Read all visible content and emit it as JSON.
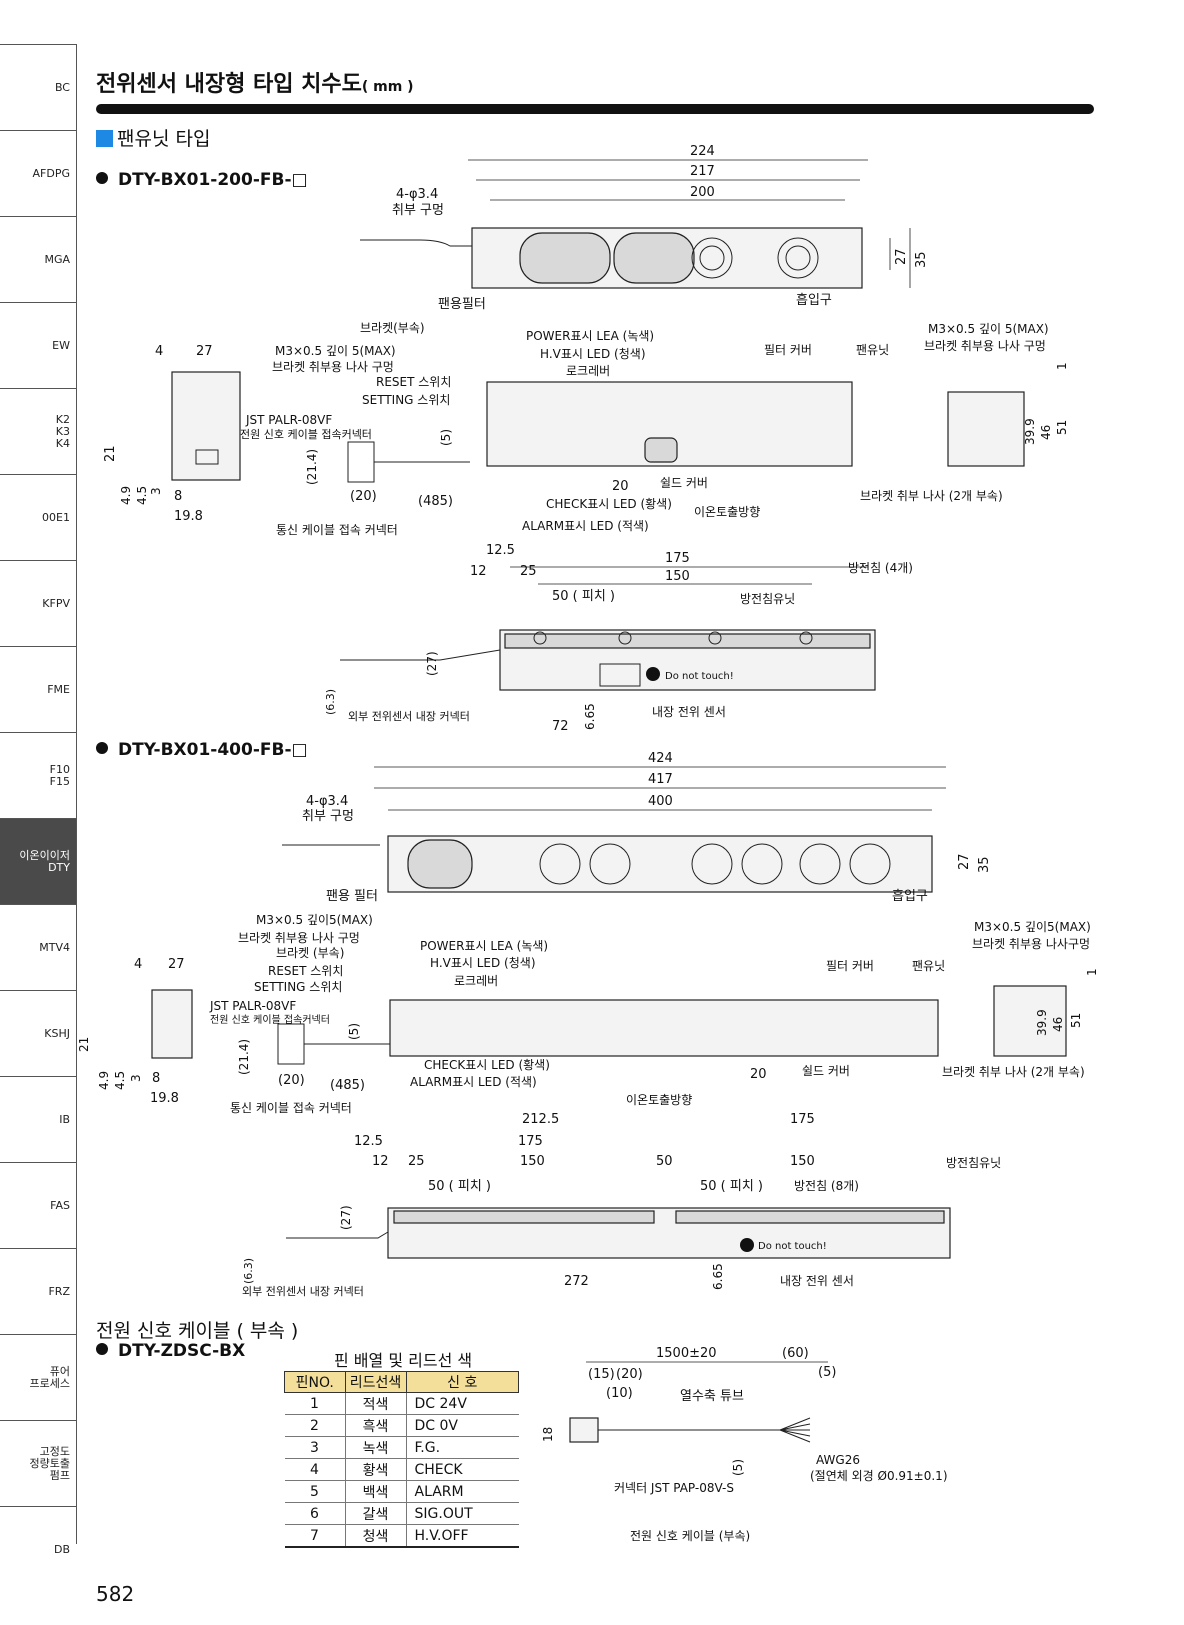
{
  "sidebar": [
    {
      "label": "BC"
    },
    {
      "label": "AFDPG"
    },
    {
      "label": "MGA"
    },
    {
      "label": "EW"
    },
    {
      "label": "K2\nK3\nK4"
    },
    {
      "label": "00E1"
    },
    {
      "label": "KFPV"
    },
    {
      "label": "FME"
    },
    {
      "label": "F10\nF15"
    },
    {
      "label": "이온이이저\nDTY",
      "active": true
    },
    {
      "label": "MTV4"
    },
    {
      "label": "KSHJ"
    },
    {
      "label": "IB"
    },
    {
      "label": "FAS"
    },
    {
      "label": "FRZ"
    },
    {
      "label": "퓨어\n프로세스"
    },
    {
      "label": "고정도\n정량토출\n펌프"
    },
    {
      "label": "DB"
    }
  ],
  "page": {
    "title": "전위센서 내장형 타입 치수도",
    "title_unit": "( mm )",
    "section1": "팬유닛 타입",
    "section2": "전원 신호 케이블 ( 부속 )",
    "page_number": "582"
  },
  "model1": {
    "name": "DTY-BX01-200-FB-□",
    "top_dims": [
      "224",
      "217",
      "200",
      "4-φ3.4",
      "취부 구멍",
      "27",
      "35",
      "팬용필터",
      "흡입구"
    ],
    "front_labels": [
      "브라켓(부속)",
      "M3×0.5 깊이 5(MAX)",
      "브라켓 취부용 나사 구멍",
      "RESET 스위치",
      "SETTING 스위치",
      "JST PALR-08VF",
      "전원 신호 케이블 접속커넥터",
      "POWER표시 LEA (녹색)",
      "H.V표시 LED (청색)",
      "로크레버",
      "필터 커버",
      "팬유닛",
      "쉴드 커버",
      "CHECK표시 LED (황색)",
      "ALARM표시 LED (적색)",
      "이온토출방향",
      "브라켓 취부 나사 (2개 부속)",
      "통신 케이블 접속 커넥터",
      "M3×0.5 깊이 5(MAX)",
      "브라켓 취부용 나사 구멍"
    ],
    "front_dims": [
      "4",
      "27",
      "21",
      "4.9",
      "4.5",
      "3",
      "8",
      "19.8",
      "(21.4)",
      "(5)",
      "(20)",
      "(485)",
      "20",
      "39.9",
      "46",
      "51",
      "1"
    ],
    "bottom_dims": [
      "12.5",
      "175",
      "12",
      "25",
      "150",
      "50 ( 피치 )",
      "방전침 (4개)",
      "방전침유닛",
      "(27)",
      "(6.3)",
      "외부 전위센서 내장 커넥터",
      "72",
      "6.65",
      "내장 전위 센서",
      "Do not touch!"
    ]
  },
  "model2": {
    "name": "DTY-BX01-400-FB-□",
    "top_dims": [
      "424",
      "417",
      "400",
      "4-φ3.4",
      "취부 구멍",
      "27",
      "35",
      "팬용 필터",
      "흡입구"
    ],
    "front_labels": [
      "M3×0.5 깊이5(MAX)",
      "브라켓 취부용 나사 구멍",
      "브라켓 (부속)",
      "RESET 스위치",
      "SETTING 스위치",
      "JST PALR-08VF",
      "전원 신호 케이블 접속커넥터",
      "POWER표시 LEA (녹색)",
      "H.V표시 LED (청색)",
      "로크레버",
      "필터 커버",
      "팬유닛",
      "CHECK표시 LED (황색)",
      "ALARM표시 LED (적색)",
      "이온토출방향",
      "쉴드 커버",
      "브라켓 취부 나사 (2개 부속)",
      "통신 케이블 접속 커넥터",
      "M3×0.5 깊이5(MAX)",
      "브라켓 취부용 나사구멍"
    ],
    "front_dims": [
      "4",
      "27",
      "21",
      "4.9",
      "4.5",
      "3",
      "8",
      "19.8",
      "(21.4)",
      "(5)",
      "(20)",
      "(485)",
      "20",
      "39.9",
      "46",
      "51",
      "1"
    ],
    "bottom_dims": [
      "212.5",
      "175",
      "12.5",
      "175",
      "12",
      "25",
      "150",
      "50",
      "150",
      "50 ( 피치 )",
      "50 ( 피치 )",
      "방전침 (8개)",
      "방전침유닛",
      "(27)",
      "(6.3)",
      "외부 전위센서 내장 커넥터",
      "272",
      "6.65",
      "내장 전위 센서",
      "Do not touch!"
    ]
  },
  "cable": {
    "name": "DTY-ZDSC-BX",
    "table_title": "핀 배열 및 리드선 색",
    "headers": [
      "핀NO.",
      "리드선색",
      "신  호"
    ],
    "rows": [
      [
        "1",
        "적색",
        "DC  24V"
      ],
      [
        "2",
        "흑색",
        "DC  0V"
      ],
      [
        "3",
        "녹색",
        "F.G."
      ],
      [
        "4",
        "황색",
        "CHECK"
      ],
      [
        "5",
        "백색",
        "ALARM"
      ],
      [
        "6",
        "갈색",
        "SIG.OUT"
      ],
      [
        "7",
        "청색",
        "H.V.OFF"
      ]
    ],
    "dims": [
      "1500±20",
      "(60)",
      "(15)",
      "(20)",
      "(5)",
      "(10)",
      "열수축 튜브",
      "18",
      "(5)",
      "AWG26",
      "(절연체 외경 Ø0.91±0.1)",
      "커넥터 JST PAP-08V-S"
    ],
    "caption": "전원 신호 케이블 (부속)"
  }
}
